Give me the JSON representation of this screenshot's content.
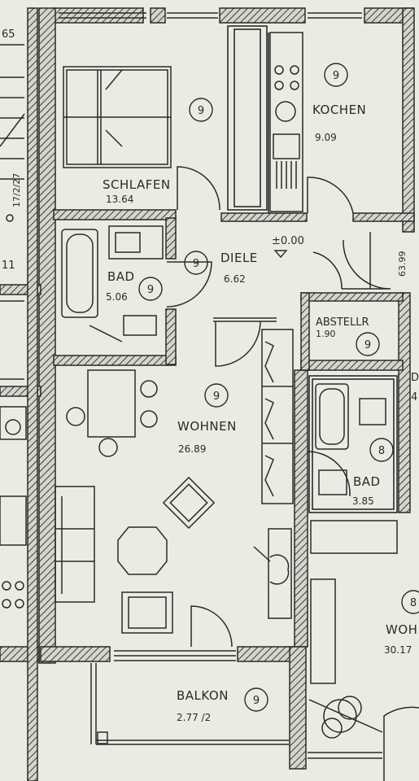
{
  "colors": {
    "paper": "#ecebe3",
    "ink": "#2a2a2a",
    "wall_hatch": "#3a3a3a"
  },
  "rooms": [
    {
      "id": "schlafen",
      "name": "SCHLAFEN",
      "area": "13.64",
      "level": "9"
    },
    {
      "id": "kochen",
      "name": "KOCHEN",
      "area": "9.09",
      "level": "9"
    },
    {
      "id": "diele",
      "name": "DIELE",
      "area": "6.62",
      "level": "9"
    },
    {
      "id": "bad1",
      "name": "BAD",
      "area": "5.06",
      "level": "9"
    },
    {
      "id": "abstell",
      "name": "ABSTELLR",
      "area": "1.90",
      "level": "9"
    },
    {
      "id": "wohnen",
      "name": "WOHNEN",
      "area": "26.89",
      "level": "9"
    },
    {
      "id": "bad2",
      "name": "BAD",
      "area": "3.85",
      "level": "8"
    },
    {
      "id": "balkon",
      "name": "BALKON",
      "area": "2.77 /2",
      "level": "9"
    },
    {
      "id": "wohn_neighbor",
      "name": "WOH",
      "area": "30.17",
      "level": "8"
    }
  ],
  "marks": {
    "elevation": "±0.00",
    "dim_right": "63.99",
    "left_edge_top": "65",
    "left_edge_mid": "11",
    "left_edge_dims": "17/2/27",
    "right_edge_d": "D",
    "right_edge_4": "4"
  }
}
